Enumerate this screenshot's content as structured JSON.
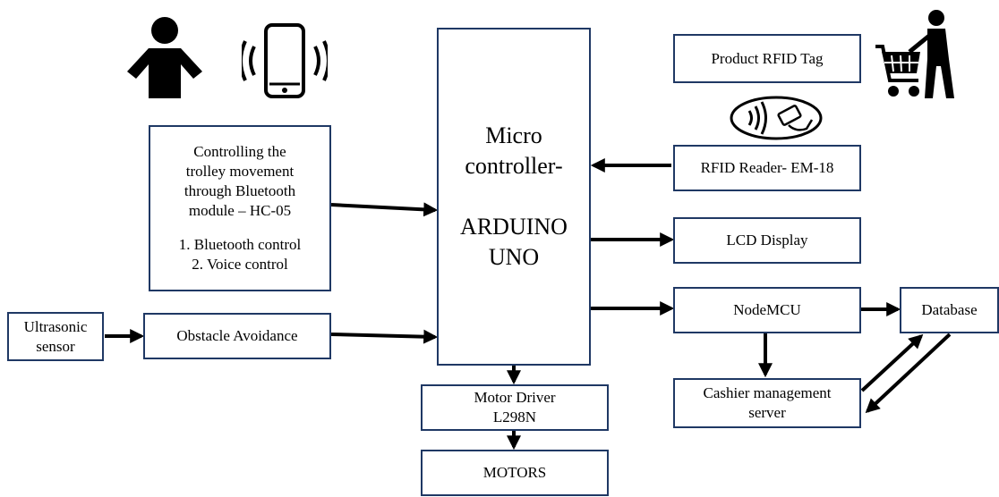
{
  "blocks": {
    "microcontroller": {
      "line1": "Micro",
      "line2": "controller-",
      "line3": "ARDUINO",
      "line4": "UNO"
    },
    "bluetooth_control": {
      "line1": "Controlling the",
      "line2": "trolley movement",
      "line3": "through Bluetooth",
      "line4": "module – HC-05",
      "line5": "1. Bluetooth control",
      "line6": "2. Voice control"
    },
    "ultrasonic": {
      "line1": "Ultrasonic",
      "line2": "sensor"
    },
    "obstacle": {
      "label": "Obstacle Avoidance"
    },
    "product_tag": {
      "label": "Product RFID Tag"
    },
    "rfid_reader": {
      "label": "RFID Reader- EM-18"
    },
    "lcd": {
      "label": "LCD Display"
    },
    "nodemcu": {
      "label": "NodeMCU"
    },
    "database": {
      "label": "Database"
    },
    "cashier": {
      "line1": "Cashier management",
      "line2": "server"
    },
    "motor_driver": {
      "line1": "Motor Driver",
      "line2": "L298N"
    },
    "motors": {
      "label": "MOTORS"
    }
  },
  "icons": [
    "person-icon",
    "smartphone-vibrating-icon",
    "contactless-card-icon",
    "shopping-cart-person-icon"
  ],
  "colors": {
    "box_border": "#1f3864",
    "arrow": "#000000"
  }
}
